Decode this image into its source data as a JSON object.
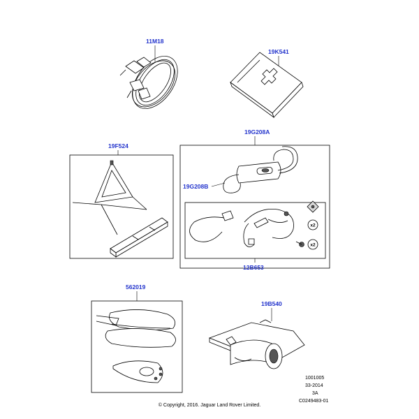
{
  "parts": {
    "jump_leads": "11M18",
    "first_aid_kit": "19K541",
    "warning_triangle": "19F524",
    "compressor_kit": "19G208A",
    "compressor_unit": "19G208B",
    "cable_set": "12B653",
    "foam_cover": "562019",
    "bracket_assembly": "19B540"
  },
  "quantities": {
    "square_nut": "x2",
    "screw": "x2"
  },
  "reference": {
    "line1": "1001005",
    "line2": "33-2014",
    "line3": "3A",
    "line4": "C0249483-01"
  },
  "copyright": "© Copyright, 2016. Jaguar Land Rover Limited."
}
